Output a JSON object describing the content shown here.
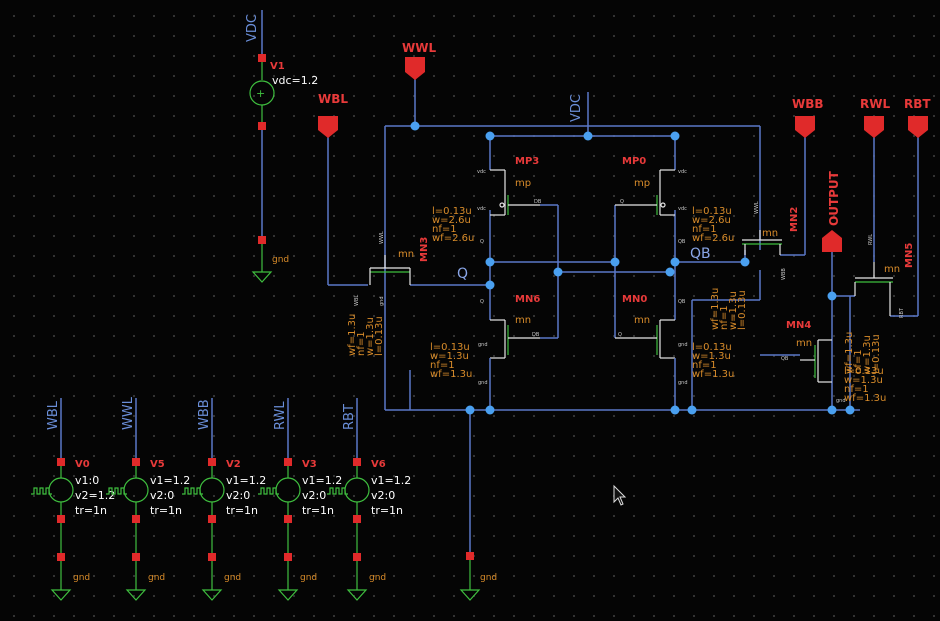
{
  "pins": {
    "VDC_top": "VDC",
    "WWL": "WWL",
    "WBL": "WBL",
    "WBB": "WBB",
    "RWL": "RWL",
    "RBT": "RBT",
    "OUTPUT": "OUTPUT"
  },
  "nets": {
    "VDC": "VDC",
    "Q": "Q",
    "QB": "QB"
  },
  "v1": {
    "name": "V1",
    "param": "vdc=1.2",
    "gnd": "gnd"
  },
  "transistors": {
    "MP3": {
      "name": "MP3",
      "model": "mp",
      "params": [
        "l=0.13u",
        "w=2.6u",
        "nf=1",
        "wf=2.6u"
      ]
    },
    "MP0": {
      "name": "MP0",
      "model": "mp",
      "params": [
        "l=0.13u",
        "w=2.6u",
        "nf=1",
        "wf=2.6u"
      ]
    },
    "MN3": {
      "name": "MN3",
      "model": "mn",
      "params": [
        "wf=1.3u",
        "nf=1",
        "w=1.3u",
        "l=0.13u"
      ]
    },
    "MN2": {
      "name": "MN2",
      "model": "mn",
      "params": [
        "wf=1.3u",
        "nf=1",
        "w=1.3u",
        "l=0.13u"
      ]
    },
    "MN6": {
      "name": "MN6",
      "model": "mn",
      "params": [
        "l=0.13u",
        "w=1.3u",
        "nf=1",
        "wf=1.3u"
      ]
    },
    "MN0": {
      "name": "MN0",
      "model": "mn",
      "params": [
        "l=0.13u",
        "w=1.3u",
        "nf=1",
        "wf=1.3u"
      ]
    },
    "MN4": {
      "name": "MN4",
      "model": "mn",
      "params": [
        "l=0.13u",
        "w=1.3u",
        "nf=1",
        "wf=1.3u"
      ]
    },
    "MN5": {
      "name": "MN5",
      "model": "mn",
      "params": [
        "wf=1.3u",
        "nf=1",
        "w=1.3u",
        "l=0.13u"
      ]
    }
  },
  "sources": [
    {
      "net": "WBL",
      "name": "V0",
      "p1": "v1:0",
      "p2": "v2=1.2",
      "p3": "tr=1n",
      "gnd": "gnd"
    },
    {
      "net": "WWL",
      "name": "V5",
      "p1": "v1=1.2",
      "p2": "v2:0",
      "p3": "tr=1n",
      "gnd": "gnd"
    },
    {
      "net": "WBB",
      "name": "V2",
      "p1": "v1=1.2",
      "p2": "v2:0",
      "p3": "tr=1n",
      "gnd": "gnd"
    },
    {
      "net": "RWL",
      "name": "V3",
      "p1": "v1=1.2",
      "p2": "v2:0",
      "p3": "tr=1n",
      "gnd": "gnd"
    },
    {
      "net": "RBT",
      "name": "V6",
      "p1": "v1=1.2",
      "p2": "v2:0",
      "p3": "tr=1n",
      "gnd": "gnd"
    }
  ],
  "main_gnd": "gnd"
}
